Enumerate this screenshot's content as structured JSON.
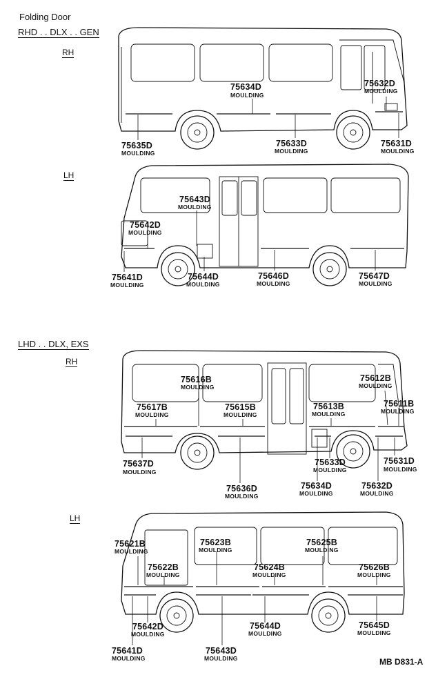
{
  "section1": {
    "header": "Folding Door",
    "spec": "RHD . . DLX . . GEN",
    "rh_label": "RH",
    "lh_label": "LH",
    "rh_parts": [
      {
        "num": "75634D",
        "name": "MOULDING"
      },
      {
        "num": "75632D",
        "name": "MOULDING"
      },
      {
        "num": "75635D",
        "name": "MOULDING"
      },
      {
        "num": "75633D",
        "name": "MOULDING"
      },
      {
        "num": "75631D",
        "name": "MOULDING"
      }
    ],
    "lh_parts": [
      {
        "num": "75643D",
        "name": "MOULDING"
      },
      {
        "num": "75642D",
        "name": "MOULDING"
      },
      {
        "num": "75641D",
        "name": "MOULDING"
      },
      {
        "num": "75644D",
        "name": "MOULDING"
      },
      {
        "num": "75646D",
        "name": "MOULDING"
      },
      {
        "num": "75647D",
        "name": "MOULDING"
      }
    ]
  },
  "section2": {
    "spec": "LHD . . DLX, EXS",
    "rh_label": "RH",
    "lh_label": "LH",
    "rh_parts": [
      {
        "num": "75616B",
        "name": "MOULDING"
      },
      {
        "num": "75612B",
        "name": "MOULDING"
      },
      {
        "num": "75617B",
        "name": "MOULDING"
      },
      {
        "num": "75615B",
        "name": "MOULDING"
      },
      {
        "num": "75613B",
        "name": "MOULDING"
      },
      {
        "num": "75611B",
        "name": "MOULDING"
      },
      {
        "num": "75637D",
        "name": "MOULDING"
      },
      {
        "num": "75633D",
        "name": "MOULDING"
      },
      {
        "num": "75631D",
        "name": "MOULDING"
      },
      {
        "num": "75636D",
        "name": "MOULDING"
      },
      {
        "num": "75634D",
        "name": "MOULDING"
      },
      {
        "num": "75632D",
        "name": "MOULDING"
      }
    ],
    "lh_parts": [
      {
        "num": "75621B",
        "name": "MOULDING"
      },
      {
        "num": "75623B",
        "name": "MOULDING"
      },
      {
        "num": "75625B",
        "name": "MOULDING"
      },
      {
        "num": "75622B",
        "name": "MOULDING"
      },
      {
        "num": "75624B",
        "name": "MOULDING"
      },
      {
        "num": "75626B",
        "name": "MOULDING"
      },
      {
        "num": "75642D",
        "name": "MOULDING"
      },
      {
        "num": "75644D",
        "name": "MOULDING"
      },
      {
        "num": "75645D",
        "name": "MOULDING"
      },
      {
        "num": "75641D",
        "name": "MOULDING"
      },
      {
        "num": "75643D",
        "name": "MOULDING"
      }
    ]
  },
  "figure_code": "MB D831-A"
}
